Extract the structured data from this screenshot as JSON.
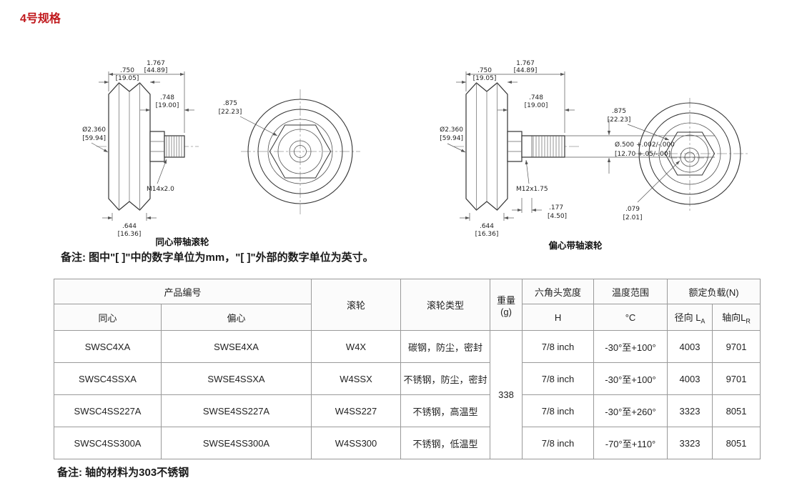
{
  "page": {
    "title": "4号规格",
    "units_note": "备注: 图中\"[ ]\"中的数字单位为mm，\"[ ]\"外部的数字单位为英寸。",
    "material_note": "备注: 轴的材料为303不锈钢",
    "colors": {
      "title_red": "#c0181c",
      "line_dark": "#333333",
      "line_dim": "#555555"
    }
  },
  "drawings": {
    "concentric": {
      "caption": "同心带轴滚轮",
      "labels": {
        "total_width_in": "1.767",
        "total_width_mm": "[44.89]",
        "wheel_width_in": ".750",
        "wheel_width_mm": "[19.05]",
        "shaft_len_in": ".748",
        "shaft_len_mm": "[19.00]",
        "hex_in": ".875",
        "hex_mm": "[22.23]",
        "dia_in": "Ø2.360",
        "dia_mm": "[59.94]",
        "thread": "M14x2.0",
        "groove_in": ".644",
        "groove_mm": "[16.36]"
      }
    },
    "eccentric": {
      "caption": "偏心带轴滚轮",
      "labels": {
        "total_width_in": "1.767",
        "total_width_mm": "[44.89]",
        "wheel_width_in": ".750",
        "wheel_width_mm": "[19.05]",
        "shaft_len_in": ".748",
        "shaft_len_mm": "[19.00]",
        "dia_in": "Ø2.360",
        "dia_mm": "[59.94]",
        "stud_dia_in": "Ø.500 +.002/-.000",
        "stud_dia_mm": "[12.70 +.05/-.00]",
        "thread": "M12x1.75",
        "groove_in": ".644",
        "groove_mm": "[16.36]",
        "plain_len_in": ".177",
        "plain_len_mm": "[4.50]",
        "hex_in": ".875",
        "hex_mm": "[22.23]",
        "ecc_in": ".079",
        "ecc_mm": "[2.01]"
      }
    }
  },
  "table": {
    "header": {
      "product_no": "产品编号",
      "concentric": "同心",
      "eccentric": "偏心",
      "wheel": "滚轮",
      "wheel_type": "滚轮类型",
      "weight_line1": "重量",
      "weight_line2": "(g)",
      "hex_width": "六角头宽度",
      "hex_width_sub": "H",
      "temp_range": "温度范围",
      "temp_unit": "°C",
      "rated_load": "额定负载(N)",
      "radial_prefix": "径向 L",
      "radial_sub": "A",
      "axial_prefix": "轴向L",
      "axial_sub": "R"
    },
    "weight_shared": "338",
    "rows": [
      {
        "concentric": "SWSC4XA",
        "eccentric": "SWSE4XA",
        "wheel": "W4X",
        "type": "碳钢，防尘，密封",
        "hex": "7/8 inch",
        "temp": "-30°至+100°",
        "radial": "4003",
        "axial": "9701"
      },
      {
        "concentric": "SWSC4SSXA",
        "eccentric": "SWSE4SSXA",
        "wheel": "W4SSX",
        "type": "不锈钢，防尘，密封",
        "hex": "7/8 inch",
        "temp": "-30°至+100°",
        "radial": "4003",
        "axial": "9701"
      },
      {
        "concentric": "SWSC4SS227A",
        "eccentric": "SWSE4SS227A",
        "wheel": "W4SS227",
        "type": "不锈钢，高温型",
        "hex": "7/8 inch",
        "temp": "-30°至+260°",
        "radial": "3323",
        "axial": "8051"
      },
      {
        "concentric": "SWSC4SS300A",
        "eccentric": "SWSE4SS300A",
        "wheel": "W4SS300",
        "type": "不锈钢，低温型",
        "hex": "7/8 inch",
        "temp": "-70°至+110°",
        "radial": "3323",
        "axial": "8051"
      }
    ]
  }
}
